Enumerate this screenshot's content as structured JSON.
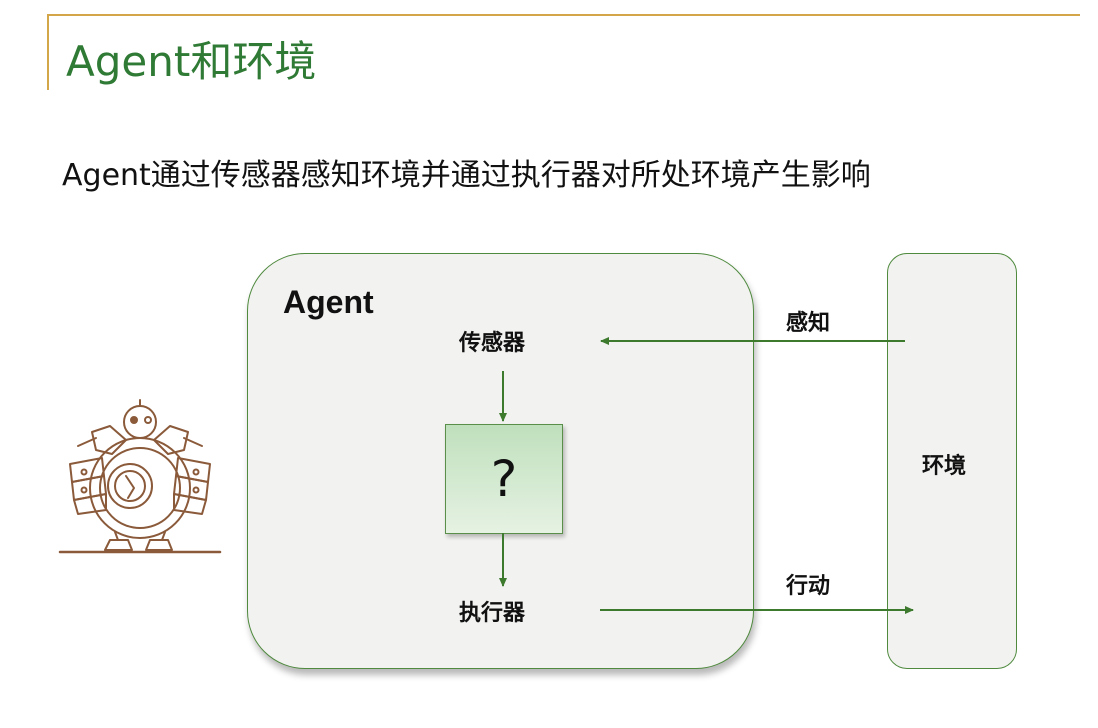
{
  "slide": {
    "title": "Agent和环境",
    "subtitle": "Agent通过传感器感知环境并通过执行器对所处环境产生影响"
  },
  "diagram": {
    "agent_label": "Agent",
    "sensor_label": "传感器",
    "decision_label": "?",
    "actuator_label": "执行器",
    "environment_label": "环境",
    "percept_label": "感知",
    "action_label": "行动"
  },
  "colors": {
    "title": "#2f7a34",
    "accent_rule": "#d4a64a",
    "arrow": "#3d7a2e",
    "box_border": "#4f8a3e",
    "box_fill": "#f2f2f0",
    "decision_fill_top": "#bfe0bc",
    "robot_ink": "#8a5a3a"
  },
  "icons": {
    "robot": "robot-icon"
  }
}
